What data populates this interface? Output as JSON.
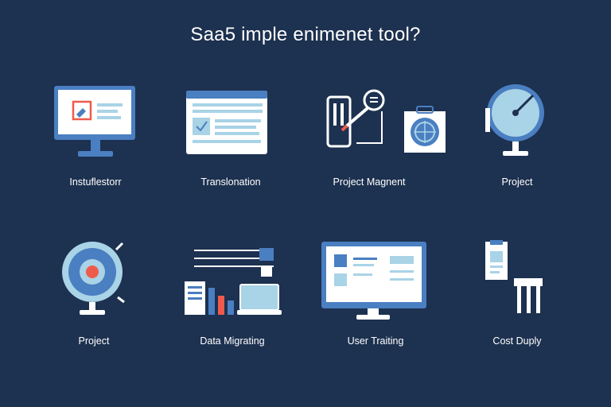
{
  "title": "Saa5 imple enimenet tool?",
  "colors": {
    "background": "#1d3150",
    "primary_blue": "#4a7fc1",
    "light_blue": "#a9d3e6",
    "accent_red": "#ef5b4b",
    "white": "#ffffff"
  },
  "tiles": [
    {
      "label": "Instuflestorr",
      "icon": "monitor-edit-icon"
    },
    {
      "label": "Translonation",
      "icon": "browser-window-icon"
    },
    {
      "label": "Project Magnent",
      "icon": "phone-workflow-icon"
    },
    {
      "label": "Project",
      "icon": "gauge-icon"
    },
    {
      "label": "Project",
      "icon": "target-icon"
    },
    {
      "label": "Data Migrating",
      "icon": "data-migration-icon"
    },
    {
      "label": "User Traiting",
      "icon": "training-monitor-icon"
    },
    {
      "label": "Cost Duply",
      "icon": "clipboard-stool-icon"
    }
  ]
}
